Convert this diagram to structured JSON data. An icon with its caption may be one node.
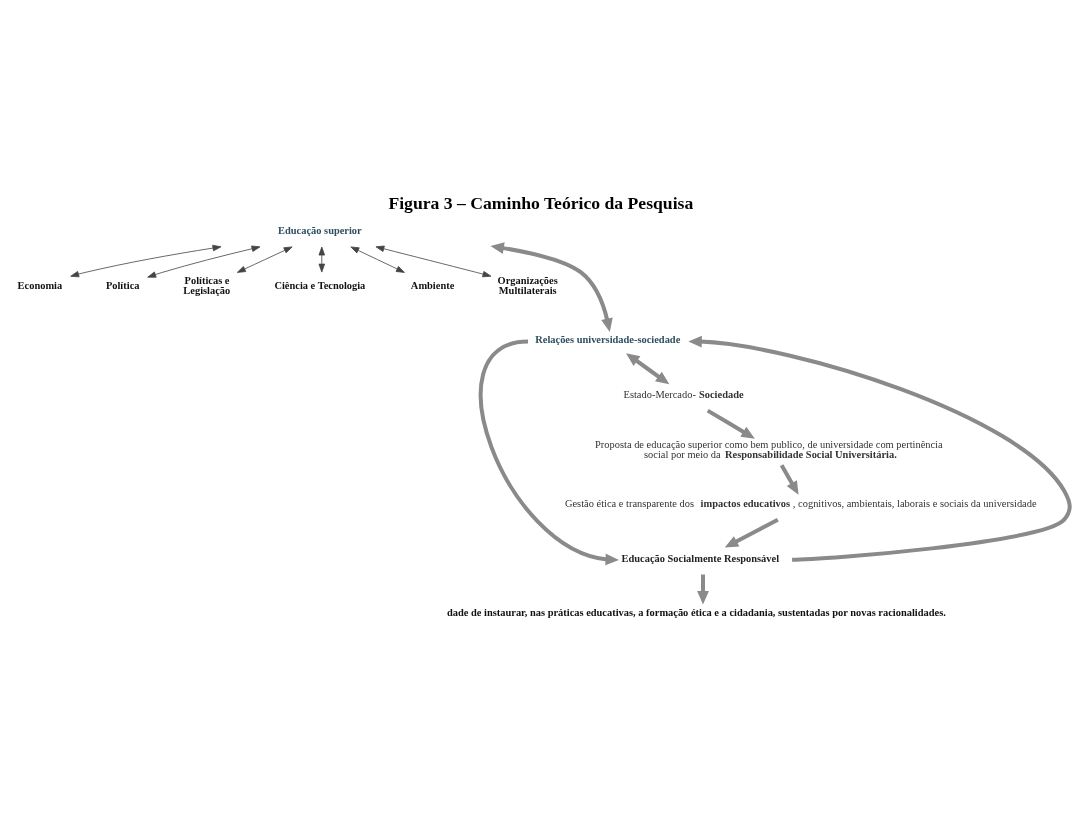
{
  "diagram": {
    "title": "Figura 3 – Caminho Teórico da Pesquisa",
    "nodes": [
      {
        "text": [
          "Educação superior"
        ]
      },
      {
        "text": [
          "Economia"
        ]
      },
      {
        "text": [
          "Política"
        ]
      },
      {
        "text": [
          "Políticas e Legislação"
        ]
      },
      {
        "text": [
          "Ciência e Tecnologia"
        ]
      },
      {
        "text": [
          "Ambiente"
        ]
      },
      {
        "text": [
          "Organizações Multilaterais"
        ]
      },
      {
        "text": [
          "Relações universidade-sociedade"
        ]
      },
      {
        "text": [
          "Estado-Mercado-**Sociedade**"
        ]
      },
      {
        "text": [
          "Proposta de educação superior como bem publico, de universidade com pertinência social por meio da **Responsabilidade Social Universitária.**"
        ]
      },
      {
        "text": [
          "Gestão ética e transparente dos **impactos educativos**, cognitivos, ambientais, laborais e sociais da universidade"
        ]
      },
      {
        "text": [
          "Educação Socialmente Responsável"
        ]
      },
      {
        "text": [
          "dade de instaurar, nas práticas educativas, a formação ética e a cidadania, sustentadas por novas racionalidades."
        ]
      }
    ],
    "edges": [
      {
        "from": 1,
        "to": 0,
        "arrow": "both"
      },
      {
        "from": 2,
        "to": 0,
        "arrow": "both"
      },
      {
        "from": 3,
        "to": 0,
        "arrow": "both"
      },
      {
        "from": 0,
        "to": 4,
        "arrow": "both"
      },
      {
        "from": 0,
        "to": 5,
        "arrow": "both"
      },
      {
        "from": 0,
        "to": 6,
        "arrow": "both"
      },
      {
        "from": 0,
        "to": 7,
        "arrow": "both"
      },
      {
        "from": 7,
        "to": 8,
        "arrow": "both"
      },
      {
        "from": 8,
        "to": 9,
        "arrow": "to"
      },
      {
        "from": 9,
        "to": 10,
        "arrow": "to"
      },
      {
        "from": 10,
        "to": 11,
        "arrow": "to"
      },
      {
        "from": 11,
        "to": 12,
        "arrow": "to"
      },
      {
        "from": 7,
        "to": 11,
        "arrow": "to"
      },
      {
        "from": 11,
        "to": 7,
        "arrow": "to"
      }
    ]
  }
}
